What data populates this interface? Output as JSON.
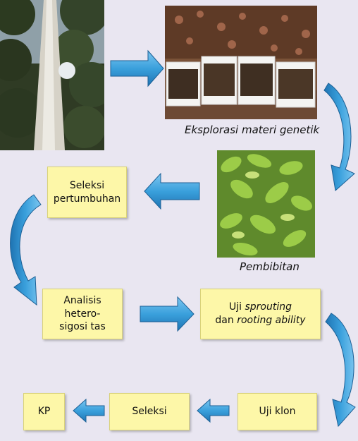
{
  "diagram": {
    "captions": {
      "exploration": "Eksplorasi materi genetik",
      "seedling": "Pembibitan"
    },
    "steps": {
      "growth_selection": [
        "Seleksi",
        "pertumbuhan"
      ],
      "heterozygosity": [
        "Analisis hetero-",
        "sigosi tas"
      ],
      "sprouting_test": {
        "line1_prefix": "Uji ",
        "line1_italic": "sprouting",
        "line2_prefix": "dan ",
        "line2_italic": "rooting ability"
      },
      "clone_test": "Uji klon",
      "selection": "Seleksi",
      "kp": "KP"
    },
    "colors": {
      "box_fill": "#fdf7a8",
      "arrow_blue": "#3aa0dc",
      "background": "#e9e6f1"
    }
  }
}
